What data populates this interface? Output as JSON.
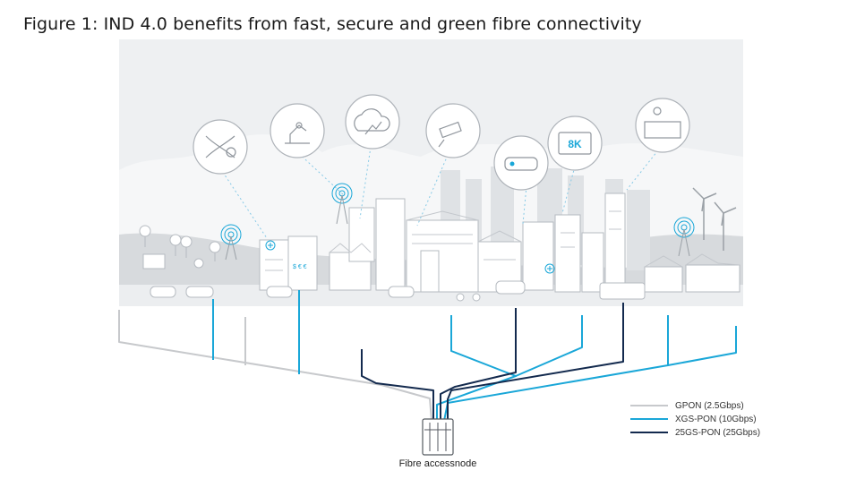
{
  "title": "Figure 1: IND 4.0 benefits from fast, secure and green fibre connectivity",
  "node": {
    "label": "Fibre accessnode"
  },
  "legend": [
    {
      "label": "GPON (2.5Gbps)",
      "color": "#c7c9cc"
    },
    {
      "label": "XGS-PON (10Gbps)",
      "color": "#1aa7d8"
    },
    {
      "label": "25GS-PON (25Gbps)",
      "color": "#132a4e"
    }
  ],
  "scene": {
    "store_sign": "$ € €",
    "screen_label": "8K"
  },
  "icons": [
    "dna-icon",
    "robot-arm-icon",
    "cloud-icon",
    "security-camera-icon",
    "vr-headset-icon",
    "8k-tv-icon",
    "telemedicine-icon",
    "wifi-antenna-icon",
    "wind-turbine-icon"
  ]
}
